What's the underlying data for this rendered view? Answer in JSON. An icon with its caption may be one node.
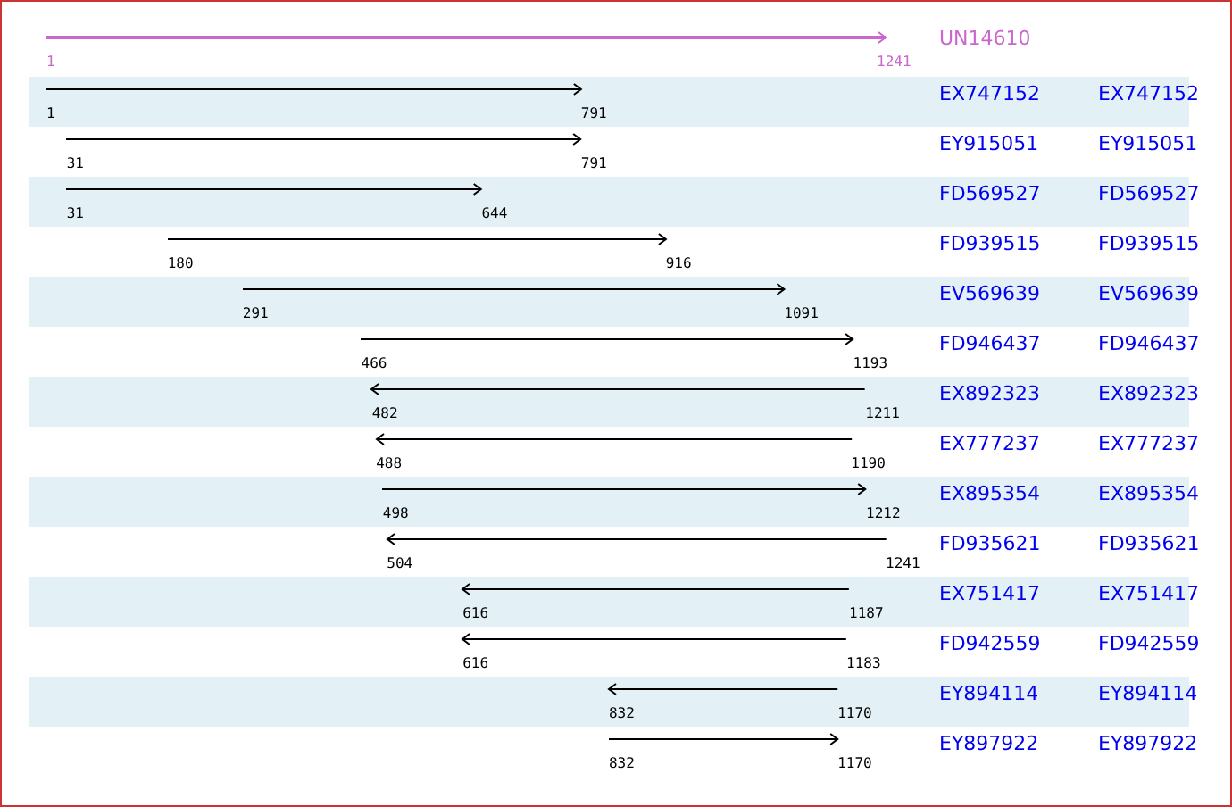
{
  "diagram": {
    "labels": [
      "UN14610",
      "1",
      "1241",
      "EX747152",
      "EX747152",
      "1",
      "791",
      "EY915051",
      "EY915051",
      "31",
      "791",
      "FD569527",
      "FD569527",
      "31",
      "644",
      "FD939515",
      "FD939515",
      "180",
      "916",
      "EV569639",
      "EV569639",
      "291",
      "1091",
      "FD946437",
      "FD946437",
      "466",
      "1193",
      "EX892323",
      "EX892323",
      "482",
      "1211",
      "EX777237",
      "EX777237",
      "488",
      "1190",
      "EX895354",
      "EX895354",
      "498",
      "1212",
      "FD935621",
      "FD935621",
      "504",
      "1241",
      "EX751417",
      "EX751417",
      "616",
      "1187",
      "FD942559",
      "FD942559",
      "616",
      "1183",
      "EY894114",
      "EY894114",
      "832",
      "1170",
      "EY897922",
      "EY897922",
      "832",
      "1170"
    ]
  }
}
